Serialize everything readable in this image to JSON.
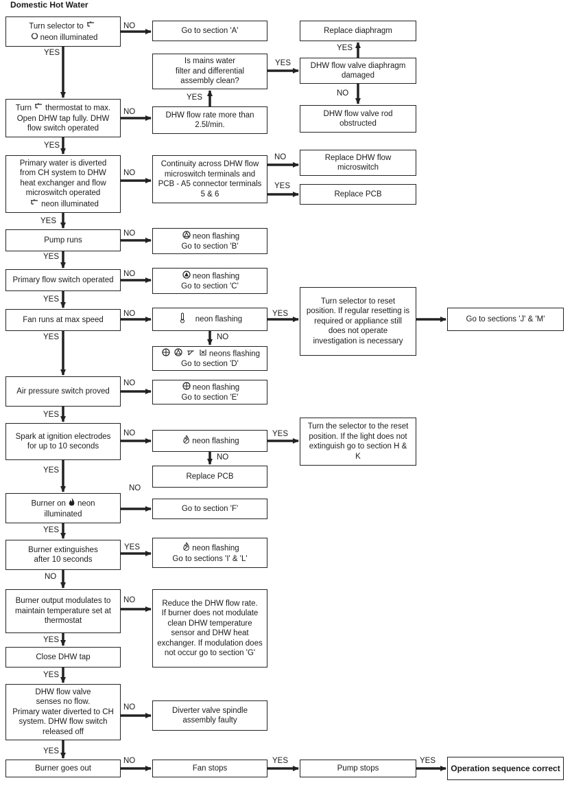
{
  "title": "Domestic Hot Water",
  "nodes": {
    "turn_selector_a": "Turn selector to",
    "turn_selector_b": "neon illuminated",
    "go_a": "Go to section 'A'",
    "replace_diaphragm": "Replace diaphragm",
    "mains_filter": "Is mains water\nfilter and differential\nassembly clean?",
    "diaphragm_damaged": "DHW flow valve diaphragm\ndamaged",
    "turn_thermostat_a": "Turn",
    "turn_thermostat_b": "thermostat to max.\nOpen DHW tap fully. DHW\nflow switch operated",
    "flow_rate": "DHW flow rate more than\n2.5l/min.",
    "rod_obstructed": "DHW flow valve rod\nobstructed",
    "primary_diverted": "Primary water is diverted\nfrom CH system to DHW\nheat exchanger and flow\nmicroswitch operated",
    "primary_diverted_b": "neon illuminated",
    "continuity": "Continuity across DHW flow\nmicroswitch terminals and\nPCB - A5 connector terminals\n5 & 6",
    "replace_microswitch": "Replace DHW flow\nmicroswitch",
    "replace_pcb_1": "Replace PCB",
    "pump_runs": "Pump runs",
    "neon_flashing_b_a": "neon flashing",
    "neon_flashing_b_b": "Go to section 'B'",
    "primary_flow": "Primary flow switch operated",
    "neon_flashing_c_a": "neon flashing",
    "neon_flashing_c_b": "Go to section 'C'",
    "fan_runs": "Fan runs at max speed",
    "neon_flashing_temp": "neon flashing",
    "turn_reset": "Turn selector to reset\nposition. If regular resetting is\nrequired or appliance still\ndoes not operate\ninvestigation is necessary",
    "go_j_m": "Go to sections 'J' & 'M'",
    "neons_flashing_d_a": "neons flashing",
    "neons_flashing_d_b": "Go to section 'D'",
    "air_pressure": "Air pressure switch proved",
    "neon_flashing_e_a": "neon flashing",
    "neon_flashing_e_b": "Go to section 'E'",
    "spark": "Spark at ignition electrodes\nfor up to 10 seconds",
    "neon_flashing_flame": "neon flashing",
    "turn_selector_reset": "Turn the selector to the reset\nposition. If the light does not\nextinguish go to section H &\nK",
    "replace_pcb_2": "Replace PCB",
    "burner_on_a": "Burner on",
    "burner_on_b": "neon\nilluminated",
    "go_f": "Go to section 'F'",
    "burner_extinguishes": "Burner extinguishes\nafter 10 seconds",
    "neon_flashing_il_a": "neon flashing",
    "neon_flashing_il_b": "Go to sections 'I' & 'L'",
    "burner_modulates": "Burner output modulates to\nmaintain temperature set at\nthermostat",
    "reduce_flow": "Reduce the DHW flow rate.\nIf burner does not modulate\nclean DHW temperature\nsensor and DHW heat\nexchanger. If modulation does\nnot occur go to section 'G'",
    "close_tap": "Close DHW tap",
    "no_flow": "DHW flow valve\nsenses no flow.\nPrimary water diverted to CH\nsystem. DHW flow switch\nreleased off",
    "diverter_faulty": "Diverter valve spindle\nassembly faulty",
    "burner_out": "Burner goes out",
    "fan_stops": "Fan stops",
    "pump_stops": "Pump stops",
    "sequence_correct": "Operation sequence correct"
  },
  "labels": {
    "yes": "YES",
    "no": "NO"
  },
  "icons": [
    "selector-icon",
    "tap-icon",
    "pump-icon",
    "primary-flow-icon",
    "thermometer-icon",
    "fan-icon",
    "flame-icon",
    "overheat-icon"
  ]
}
